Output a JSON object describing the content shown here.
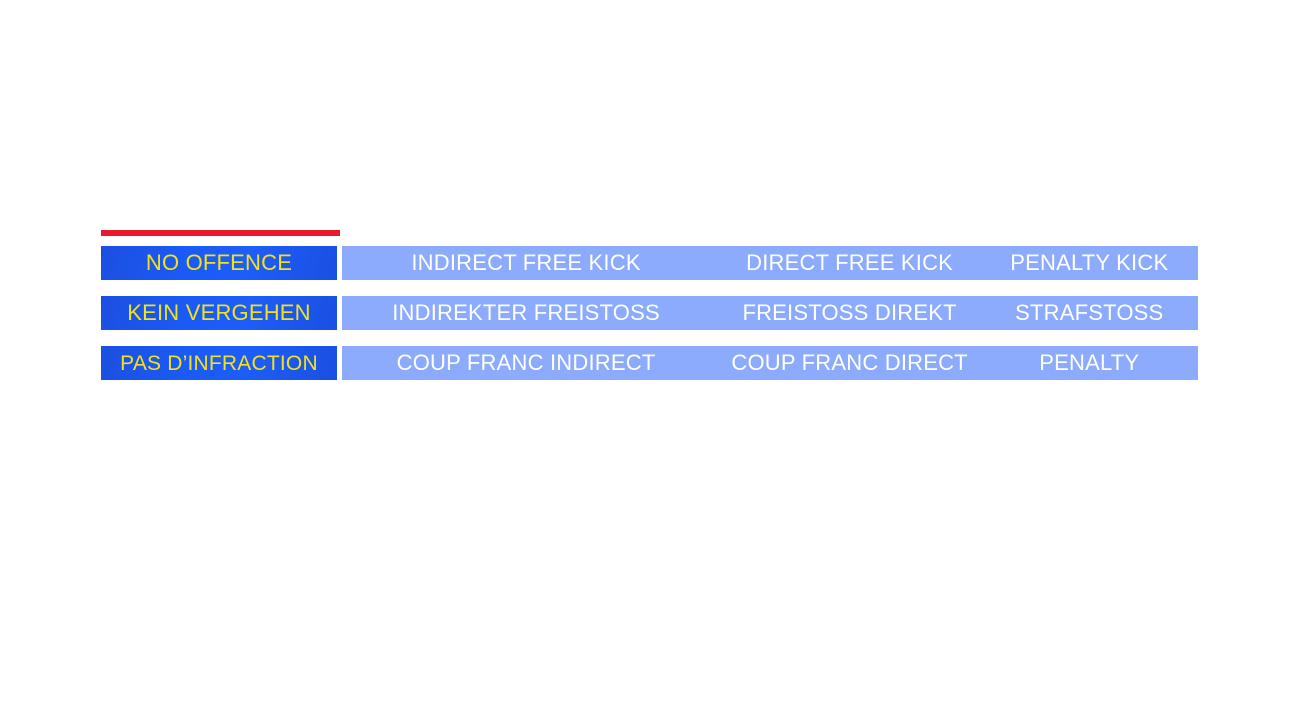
{
  "slide": {
    "background_color": "#ffffff",
    "accent_rule_color": "#e8192c"
  },
  "theme": {
    "offence_cell_color": "#1a56f0",
    "offence_text_color": "#f2e11e",
    "sanction_cell_color": "#8cabfc",
    "sanction_text_color": "#ffffff"
  },
  "table": {
    "rows": [
      {
        "language": "english",
        "offence": "NO OFFENCE",
        "sanctions": [
          "INDIRECT FREE KICK",
          "DIRECT FREE KICK",
          "PENALTY KICK"
        ]
      },
      {
        "language": "german",
        "offence": "KEIN VERGEHEN",
        "sanctions": [
          "INDIREKTER FREISTOSS",
          "FREISTOSS DIREKT",
          "STRAFSTOSS"
        ]
      },
      {
        "language": "french",
        "offence": "PAS D’INFRACTION",
        "sanctions": [
          "COUP FRANC INDIRECT",
          "COUP FRANC DIRECT",
          "PENALTY"
        ]
      }
    ]
  }
}
